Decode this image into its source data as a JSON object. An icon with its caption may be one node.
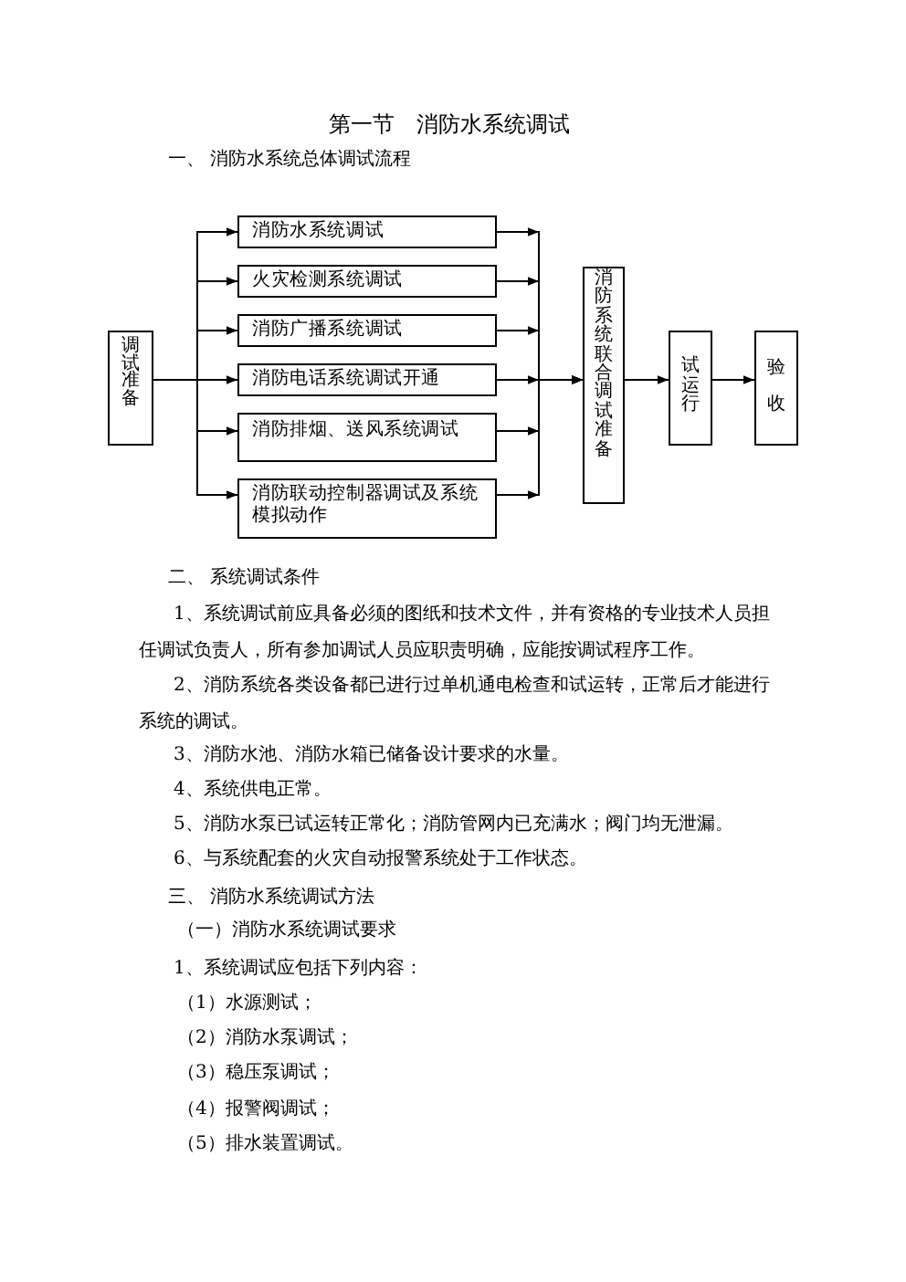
{
  "diagram": {
    "title": "第一节　消防水系统调试",
    "nodes": [
      {
        "text": [
          "调试准备"
        ]
      },
      {
        "text": [
          "消防水系统调试"
        ]
      },
      {
        "text": [
          "火灾检测系统调试"
        ]
      },
      {
        "text": [
          "消防广播系统调试"
        ]
      },
      {
        "text": [
          "消防电话系统调试开通"
        ]
      },
      {
        "text": [
          "消防排烟、送风系统调试"
        ]
      },
      {
        "text": [
          "消防联动控制器调试及系统模拟动作"
        ]
      },
      {
        "text": [
          "消防系统联合调试准备"
        ]
      },
      {
        "text": [
          "试运行"
        ]
      },
      {
        "text": [
          "验收"
        ]
      }
    ],
    "edges": [
      {
        "from": 0,
        "to": 1,
        "arrow": "to"
      },
      {
        "from": 0,
        "to": 2,
        "arrow": "to"
      },
      {
        "from": 0,
        "to": 3,
        "arrow": "to"
      },
      {
        "from": 0,
        "to": 4,
        "arrow": "to"
      },
      {
        "from": 0,
        "to": 5,
        "arrow": "to"
      },
      {
        "from": 0,
        "to": 6,
        "arrow": "to"
      },
      {
        "from": 1,
        "to": 7,
        "arrow": "to"
      },
      {
        "from": 2,
        "to": 7,
        "arrow": "to"
      },
      {
        "from": 3,
        "to": 7,
        "arrow": "to"
      },
      {
        "from": 4,
        "to": 7,
        "arrow": "to"
      },
      {
        "from": 5,
        "to": 7,
        "arrow": "to"
      },
      {
        "from": 6,
        "to": 7,
        "arrow": "to"
      },
      {
        "from": 7,
        "to": 8,
        "arrow": "to"
      },
      {
        "from": 8,
        "to": 9,
        "arrow": "to"
      }
    ],
    "labels": [
      "一、 消防水系统总体调试流程",
      "二、 系统调试条件",
      "1、系统调试前应具备必须的图纸和技术文件，并有资格的专业技术人员担任调试负责人，所有参加调试人员应职责明确，应能按调试程序工作。",
      "2、消防系统各类设备都已进行过单机通电检查和试运转，正常后才能进行系统的调试。",
      "3、消防水池、消防水箱已储备设计要求的水量。",
      "4、系统供电正常。",
      "5、消防水泵已试运转正常化；消防管网内已充满水；阀门均无泄漏。",
      "6、与系统配套的火灾自动报警系统处于工作状态。",
      "三、 消防水系统调试方法",
      "（一）消防水系统调试要求",
      "1、系统调试应包括下列内容：",
      "（1）水源测试；",
      "（2）消防水泵调试；",
      "（3）稳压泵调试；",
      "（4）报警阀调试；",
      "（5）排水装置调试。"
    ]
  }
}
